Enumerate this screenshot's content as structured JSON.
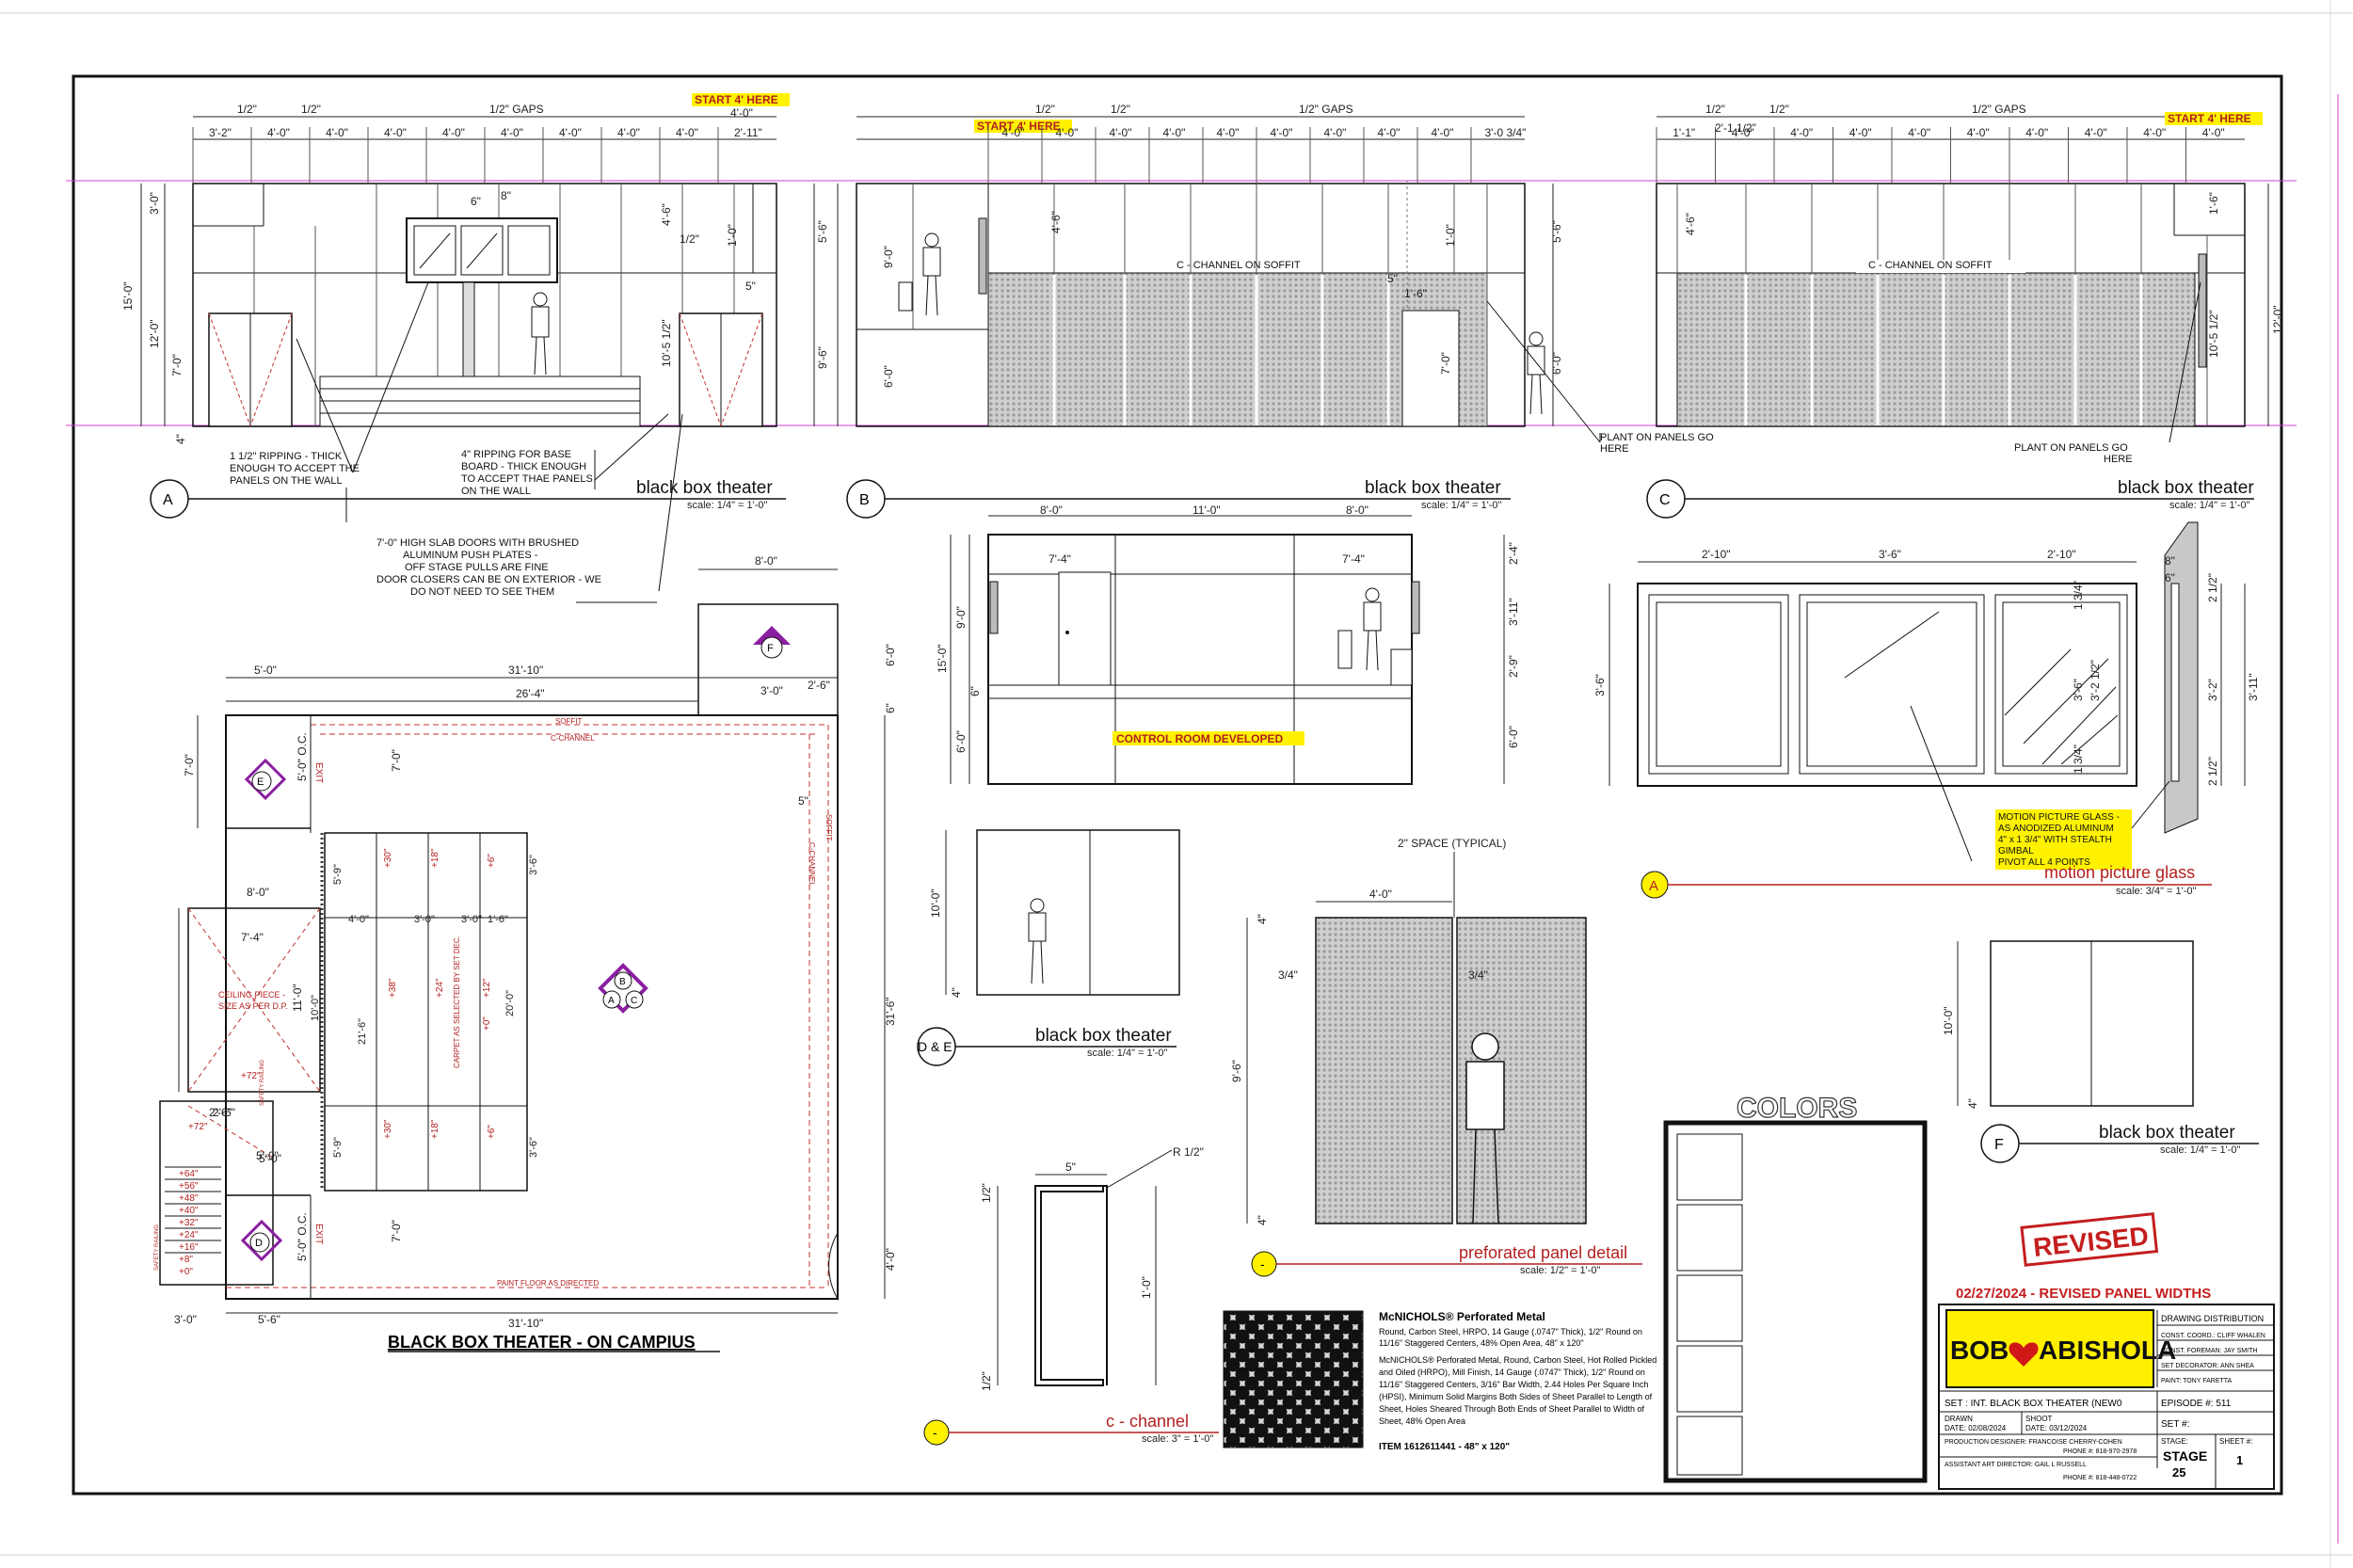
{
  "show": "BOB♥ABISHOLA",
  "show_left": "BOB",
  "show_right": "ABISHOLA",
  "plan_title": "BLACK BOX THEATER - ON CAMPIUS",
  "elevations": {
    "a": {
      "marker": "A",
      "name": "black box theater",
      "scale": "scale:  1/4\" = 1'-0\""
    },
    "b": {
      "marker": "B",
      "name": "black box theater",
      "scale": "scale:  1/4\" = 1'-0\""
    },
    "c": {
      "marker": "C",
      "name": "black box theater",
      "scale": "scale:  1/4\" = 1'-0\""
    },
    "de": {
      "marker": "D & E",
      "name": "black box theater",
      "scale": "scale:  1/4\" = 1'-0\""
    },
    "f": {
      "marker": "F",
      "name": "black box theater",
      "scale": "scale:  1/4\" = 1'-0\""
    }
  },
  "labels": {
    "start_here": "START 4' HERE",
    "gaps": "1/2\" GAPS",
    "half": "1/2\"",
    "c_channel_soffit": "C - CHANNEL ON SOFFIT",
    "control_room": "CONTROL ROOM DEVELOPED",
    "plant_on": "PLANT ON PANELS GO HERE",
    "colors": "COLORS",
    "revised_stamp": "REVISED",
    "revised_date": "02/27/2024 - REVISED PANEL WIDTHS",
    "space_typical": "2\" SPACE (TYPICAL)",
    "r_half": "R 1/2\"",
    "soffit": "SOFFIT",
    "c_channel": "C-CHANNEL",
    "exit": "EXIT",
    "ceiling_piece": "CEILING PIECE - SIZE AS PER D.P.",
    "carpet": "CARPET AS SELECTED BY SET DEC.",
    "paint_floor": "PAINT FLOOR AS DIRECTED",
    "safety_railing": "SAFETY RAILING"
  },
  "notes": {
    "ripping_thick": [
      "1 1/2\" RIPPING - THICK",
      "ENOUGH TO ACCEPT THE",
      "PANELS ON THE WALL"
    ],
    "ripping_base": [
      "4\" RIPPING  FOR BASE",
      "BOARD - THICK ENOUGH",
      "TO ACCEPT THAE PANELS",
      "ON THE WALL"
    ],
    "slab_doors": [
      "7'-0\" HIGH SLAB DOORS WITH BRUSHED",
      "ALUMINUM PUSH PLATES -",
      "OFF STAGE PULLS ARE FINE",
      "DOOR CLOSERS CAN BE ON EXTERIOR - WE",
      "DO NOT NEED TO SEE THEM"
    ],
    "glass": [
      "MOTION PICTURE GLASS -",
      "AS ANODIZED ALUMINUM",
      "4\" x 1 3/4\" WITH STEALTH",
      "GIMBAL",
      "PIVOT ALL 4 POINTS"
    ]
  },
  "details": {
    "glass": {
      "marker": "A",
      "name": "motion picture glass",
      "scale": "scale:  3/4\" = 1'-0\""
    },
    "panel": {
      "marker": "-",
      "name": "preforated panel detail",
      "scale": "scale:  1/2\" = 1'-0\""
    },
    "channel": {
      "marker": "-",
      "name": "c - channel",
      "scale": "scale:  3\" = 1'-0\""
    }
  },
  "mcnichols": {
    "title": "McNICHOLS® Perforated Metal",
    "spec1": [
      "Round, Carbon Steel, HRPO, 14 Gauge (.0747\" Thick), 1/2\" Round on",
      "11/16\" Staggered Centers, 48% Open Area, 48\" x 120\""
    ],
    "spec2": [
      "McNICHOLS® Perforated Metal, Round, Carbon Steel, Hot Rolled Pickled",
      "and Oiled (HRPO), Mill Finish, 14 Gauge (.0747\" Thick), 1/2\" Round on",
      "11/16\" Staggered Centers, 3/16\" Bar Width, 2.44 Holes Per Square Inch",
      "(HPSI), Minimum Solid Margins Both Sides of Sheet Parallel to Length of",
      "Sheet, Holes Sheared Through Both Ends of Sheet Parallel to Width of",
      "Sheet, 48% Open Area"
    ],
    "item": "ITEM 1612611441 - 48\" x 120\""
  },
  "title_block": {
    "drawing_distribution": "DRAWING  DISTRIBUTION",
    "distribution": [
      "CONST. COORD.: CLIFF WHALEN",
      "CONST. FOREMAN: JAY SMITH",
      "SET DECORATOR: ANN SHEA",
      "PAINT: TONY FARETTA"
    ],
    "set": "SET :  INT. BLACK BOX THEATER (NEW0",
    "episode": "EPISODE  #: 511",
    "drawn": "DRAWN",
    "drawn_date": "DATE:  02/08/2024",
    "shoot": "SHOOT",
    "shoot_date": "DATE: 03/12/2024",
    "set_no": "SET #:",
    "designer": "PRODUCTION DESIGNER: FRANCOISE CHERRY-COHEN",
    "designer_phone": "PHONE #: 818-970-2978",
    "art_director": "ASSISTANT ART DIRECTOR: GAIL L RUSSELL",
    "art_phone": "PHONE #: 818-448-0722",
    "stage_label": "STAGE:",
    "stage": "STAGE",
    "stage_no": "25",
    "sheet_label": "SHEET  #:",
    "sheet_no": "1"
  },
  "dims": {
    "a_top": [
      "3'-2\"",
      "4'-0\"",
      "4'-0\"",
      "4'-0\"",
      "4'-0\"",
      "4'-0\"",
      "4'-0\"",
      "4'-0\"",
      "4'-0\"",
      "2'-11\""
    ],
    "b_top": [
      "4'-0\"",
      "4'-0\"",
      "4'-0\"",
      "4'-0\"",
      "4'-0\"",
      "4'-0\"",
      "4'-0\"",
      "4'-0\"",
      "4'-0\"",
      "3'-0 3/4\""
    ],
    "c_top": [
      "1'-1\"",
      "4'-0\"",
      "4'-0\"",
      "4'-0\"",
      "4'-0\"",
      "4'-0\"",
      "4'-0\"",
      "4'-0\"",
      "4'-0\"",
      "4'-0\""
    ],
    "start_top": "4'-0\"",
    "c_half": "2'-1 1/2\"",
    "a_heights": [
      "15'-0\"",
      "3'-0\"",
      "12'-0\"",
      "7'-0\"",
      "4\""
    ],
    "a_inner": [
      "4'-6\"",
      "1/2\"",
      "10'-5 1/2\"",
      "1'-0\"",
      "5\"",
      "6\"",
      "8\""
    ],
    "a_right": [
      "5'-6\"",
      "9'-6\""
    ],
    "b_left": [
      "9'-0\"",
      "6'-0\""
    ],
    "b_mid": [
      "4'-6\"",
      "1'-0\"",
      "1'-6\"",
      "5\"",
      "7'-0\"",
      "6'-0\""
    ],
    "b_right": "5'-6\"",
    "c_right": [
      "1'-6\"",
      "10'-5 1/2\"",
      "12'-0\""
    ],
    "c_inner": "4'-6\"",
    "control_top": [
      "8'-0\"",
      "11'-0\"",
      "8'-0\""
    ],
    "control_inner": [
      "7'-4\"",
      "7'-4\""
    ],
    "control_left": [
      "9'-0\"",
      "15'-0\"",
      "6'-0\"",
      "6\""
    ],
    "control_right": [
      "2'-4\"",
      "3'-11\"",
      "2'-9\"",
      "6'-0\""
    ],
    "de_height": [
      "10'-0\"",
      "4\""
    ],
    "f_height": [
      "10'-0\"",
      "4\""
    ],
    "glass_top": [
      "2'-10\"",
      "3'-6\"",
      "2'-10\""
    ],
    "glass_left": "3'-6\"",
    "glass_inner": [
      "1 3/4\"",
      "3'-6\"",
      "3'-2 1/2\"",
      "1 3/4\""
    ],
    "glass_right": [
      "2 1/2\"",
      "3'-11\"",
      "3'-2\"",
      "2 1/2\""
    ],
    "glass_side": [
      "8\"",
      "6\""
    ],
    "panel_top": "4'-0\"",
    "panel_side": [
      "9'-6\"",
      "3/4\"",
      "3/4\"",
      "4\"",
      "4\""
    ],
    "channel": [
      "5\"",
      "1/2\"",
      "1'-0\"",
      "1/2\""
    ],
    "plan_top": [
      "8'-0\"",
      "5'-0\"",
      "31'-10\"",
      "26'-4\"",
      "3'-0\"",
      "2'-6\"",
      "6'-0\"",
      "6\""
    ],
    "plan_left": [
      "7'-0\"",
      "8'-0\"",
      "7'-4\"",
      "11'-0\"",
      "2'-6\"",
      "5'-0\"",
      "3'-0\"",
      "5'-6\""
    ],
    "plan_bottom": "31'-10\"",
    "plan_right": [
      "5\"",
      "31'-6\"",
      "4'-0\""
    ],
    "plan_oc": [
      "5'-0\" O.C.",
      "5'-0\" O.C.",
      "7'-0\"",
      "7'-0\""
    ],
    "plan_rows": [
      "+30\"",
      "+18\"",
      "+6\"",
      "+38\"",
      "+24\"",
      "+12\"",
      "+0\"",
      "+30\"",
      "+18\"",
      "+6\""
    ],
    "plan_inner": [
      "4'-0\"",
      "3'-0\"",
      "3'-0\"",
      "1'-6\"",
      "5'-9\"",
      "10'-0\"",
      "21'-6\"",
      "5'-9\"",
      "3'-6\"",
      "20'-0\"",
      "3'-6\""
    ],
    "steps": [
      "+64\"",
      "+56\"",
      "+48\"",
      "+40\"",
      "+32\"",
      "+24\"",
      "+16\"",
      "+8\"",
      "+0\""
    ],
    "plan_misc": [
      "+72\"",
      "+72\"",
      "2'-6\"",
      "5'-0\""
    ]
  },
  "plan_markers": [
    "E",
    "D",
    "F",
    "B",
    "A",
    "C"
  ],
  "colors": {
    "highlight": "#fff200",
    "red": "#b32020",
    "line": "#222222",
    "panel": "#bdbdbd"
  }
}
